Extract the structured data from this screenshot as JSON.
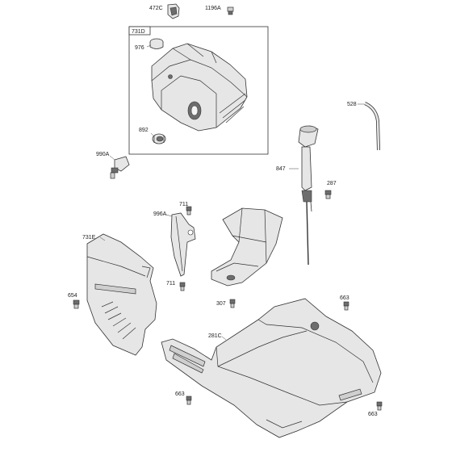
{
  "diagram": {
    "labels": {
      "p472c": "472C",
      "p1196a": "1196A",
      "p731d": "731D",
      "p976": "976",
      "p892": "892",
      "p528": "528",
      "p990a": "990A",
      "p847": "847",
      "p287": "287",
      "p711a": "711",
      "p996a": "996A",
      "p731e": "731E",
      "p711b": "711",
      "p654": "654",
      "p307": "307",
      "p663a": "663",
      "p281c": "281C",
      "p663b": "663",
      "p663c": "663"
    }
  }
}
